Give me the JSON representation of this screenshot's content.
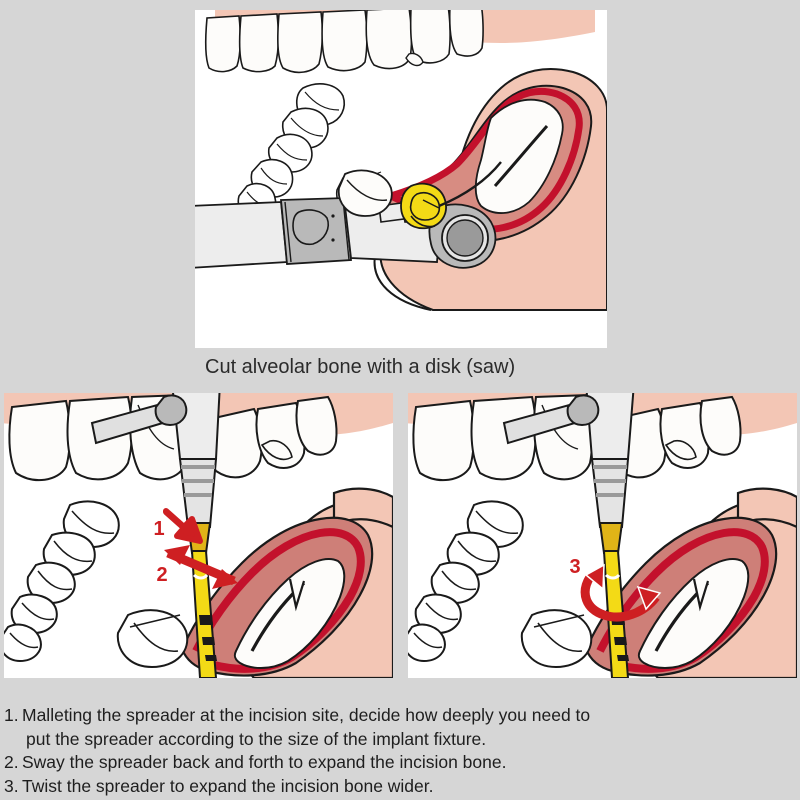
{
  "document": {
    "type": "dental-surgical-procedure-illustration",
    "background_color": "#d6d6d6"
  },
  "panels": {
    "top": {
      "name": "top-illustration",
      "caption": "Cut alveolar bone with a disk (saw)",
      "description": "Mandibular arch with dental handpiece and disk saw cutting alveolar bone",
      "tools": [
        "dental-handpiece",
        "disk-saw"
      ],
      "highlight_color": "#F3DA16"
    },
    "bottom_left": {
      "name": "bottom-left-illustration",
      "description": "Spreader malleted into incision site, swayed back and forth",
      "markers": [
        {
          "label": "1",
          "type": "straight-arrow-down",
          "color": "#CE1F22"
        },
        {
          "label": "2",
          "type": "double-headed-arrow",
          "color": "#CE1F22"
        }
      ]
    },
    "bottom_right": {
      "name": "bottom-right-illustration",
      "description": "Spreader twisted to expand the incision bone wider",
      "markers": [
        {
          "label": "3",
          "type": "curved-rotation-arrow",
          "color": "#CE1F22"
        }
      ]
    }
  },
  "steps": {
    "items": [
      {
        "number": "1.",
        "line1": "Malleting the spreader at the incision site, decide how deeply you need to",
        "line2": "put the spreader according to the size of the implant fixture."
      },
      {
        "number": "2.",
        "line1": "Sway the spreader back and forth to expand the incision bone.",
        "line2": ""
      },
      {
        "number": "3.",
        "line1": "Twist the spreader to expand the incision bone wider.",
        "line2": ""
      }
    ]
  },
  "colors": {
    "background": "#d6d6d6",
    "panel": "#ffffff",
    "gum_light": "#F3C6B5",
    "gum_mid": "#D78C82",
    "gum_dark": "#C4564F",
    "crimson": "#C3112C",
    "tooth": "#FDFCFA",
    "metal_light": "#E8E8E8",
    "metal_mid": "#B9B9B9",
    "metal_dark": "#9A9A9A",
    "yellow": "#F3DA16",
    "yellow_dark": "#E0B417",
    "arrow_red": "#CE1F22",
    "outline": "#1a1a1a",
    "caption_text": "#2b2b2b",
    "body_text": "#1e1e1e"
  }
}
